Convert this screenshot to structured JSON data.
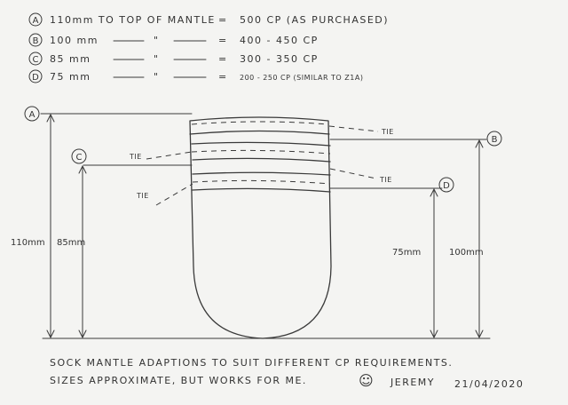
{
  "legend": [
    {
      "marker": "A",
      "size": "110mm TO TOP OF MANTLE",
      "ditto": "",
      "cp": "500 CP (AS PURCHASED)"
    },
    {
      "marker": "B",
      "size": "100 mm",
      "ditto": "\"",
      "cp": "400 - 450 CP"
    },
    {
      "marker": "C",
      "size": "85 mm",
      "ditto": "\"",
      "cp": "300 - 350 CP"
    },
    {
      "marker": "D",
      "size": "75 mm",
      "ditto": "\"",
      "cp": "200 - 250 CP (SIMILAR TO Z1A)"
    }
  ],
  "diagram": {
    "markers": {
      "A": "A",
      "B": "B",
      "C": "C",
      "D": "D"
    },
    "tie_labels": [
      "TIE",
      "TIE",
      "TIE",
      "TIE"
    ],
    "dimensions": {
      "A": "110mm",
      "C": "85mm",
      "D": "75mm",
      "B": "100mm"
    }
  },
  "notes": {
    "line1": "SOCK MANTLE ADAPTIONS TO SUIT DIFFERENT CP REQUIREMENTS.",
    "line2": "SIZES APPROXIMATE, BUT WORKS FOR ME.",
    "smiley": "☺",
    "signature": "JEREMY",
    "date": "21/04/2020"
  }
}
